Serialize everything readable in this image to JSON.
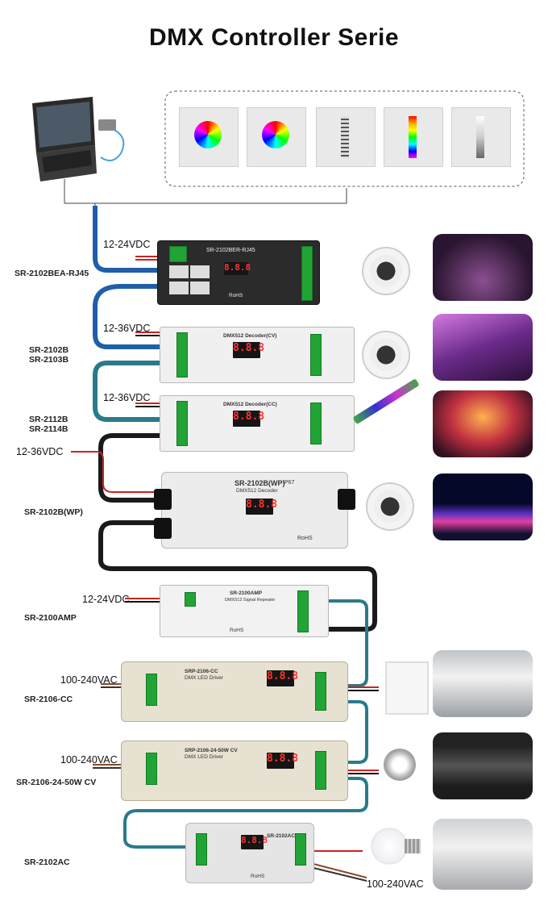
{
  "title": "DMX Controller Serie",
  "labels": {
    "sr2102bea": "SR-2102BEA-RJ45",
    "sr2102b": "SR-2102B",
    "sr2103b": "SR-2103B",
    "sr2112b": "SR-2112B",
    "sr2114b": "SR-2114B",
    "sr2102bwp": "SR-2102B(WP)",
    "sr2100amp": "SR-2100AMP",
    "sr2106cc": "SR-2106-CC",
    "sr210624": "SR-2106-24-50W CV",
    "sr2102ac": "SR-2102AC"
  },
  "voltages": {
    "v1": "12-24VDC",
    "v2": "12-36VDC",
    "v3": "12-36VDC",
    "v4": "12-36VDC",
    "v5": "12-24VDC",
    "v6": "100-240VAC",
    "v7": "100-240VAC",
    "v8": "100-240VAC"
  },
  "devices": {
    "d1": {
      "name": "SR-2102BER-RJ45",
      "seg": "8.8.8",
      "rohs": "RoHS"
    },
    "d2": {
      "name": "DMX512 Decoder(CV)",
      "seg": "8.8.8"
    },
    "d3": {
      "name": "DMX512 Decoder(CC)",
      "seg": "8.8.8"
    },
    "d4": {
      "name": "SR-2102B(WP)",
      "ip": "IP67",
      "sub": "DMX512 Decoder",
      "seg": "8.8.8",
      "rohs": "RoHS"
    },
    "d5": {
      "name": "SR-2100AMP",
      "sub": "DMX512 Signal Repeater",
      "rohs": "RoHS"
    },
    "d6": {
      "name": "SRP-2106-CC",
      "sub": "DMX LED Driver",
      "seg": "8.8.8"
    },
    "d7": {
      "name": "SRP-2106-24-50W CV",
      "sub": "DMX LED Driver",
      "seg": "8.8.8"
    },
    "d8": {
      "name": "SR-2102AC",
      "seg": "8.8.8",
      "rohs": "RoHS"
    }
  },
  "colors": {
    "cable_blue": "#1f5fa8",
    "cable_black": "#1a1a1a",
    "terminal_green": "#22a336",
    "seg_red": "#ff3333"
  },
  "icons": [
    "laptop-icon",
    "wall-panel-icon",
    "led-strip-icon",
    "wall-washer-icon",
    "panel-light-icon",
    "downlight-icon",
    "bulb-icon",
    "photo-scene"
  ]
}
